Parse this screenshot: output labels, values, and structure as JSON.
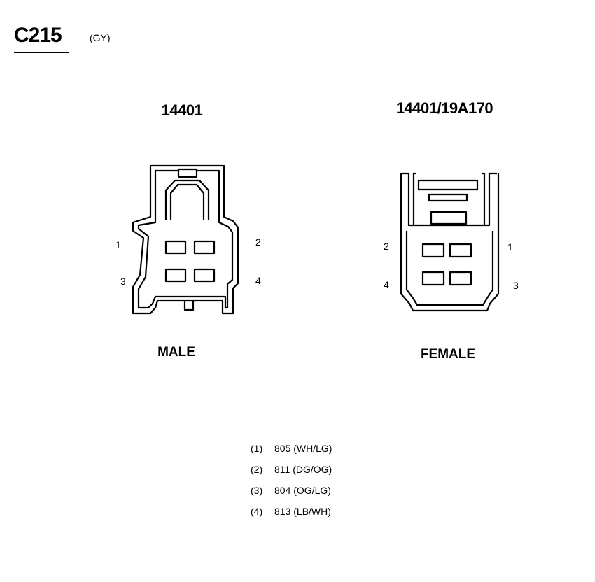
{
  "connector": {
    "id": "C215",
    "color": "(GY)"
  },
  "male": {
    "part_number": "14401",
    "label": "MALE",
    "pins": {
      "p1": "1",
      "p2": "2",
      "p3": "3",
      "p4": "4"
    }
  },
  "female": {
    "part_number": "14401/19A170",
    "label": "FEMALE",
    "pins": {
      "p1": "1",
      "p2": "2",
      "p3": "3",
      "p4": "4"
    }
  },
  "legend": [
    {
      "num": "(1)",
      "text": "805 (WH/LG)"
    },
    {
      "num": "(2)",
      "text": "811 (DG/OG)"
    },
    {
      "num": "(3)",
      "text": "804 (OG/LG)"
    },
    {
      "num": "(4)",
      "text": "813 (LB/WH)"
    }
  ]
}
